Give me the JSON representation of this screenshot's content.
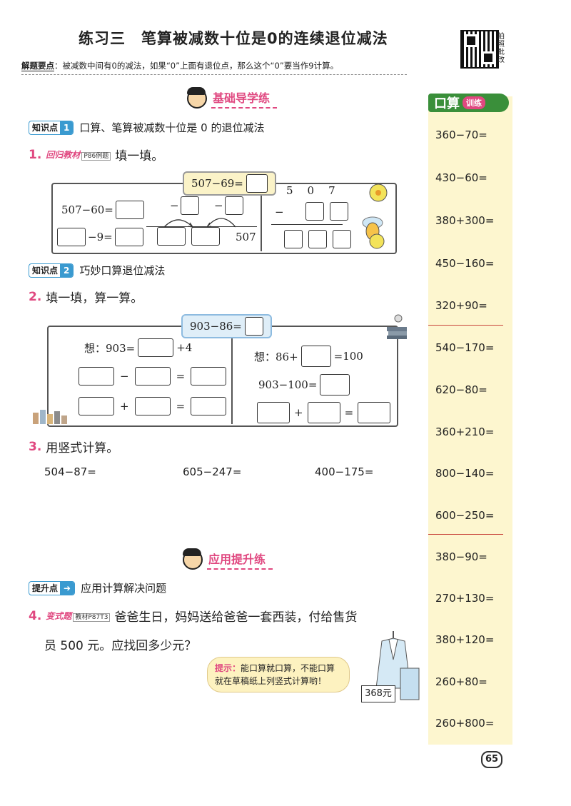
{
  "header": {
    "title": "练习三　笔算被减数十位是0的连续退位减法",
    "qr_label": "拍照批改",
    "hint_label": "解题要点",
    "hint_text": "：被减数中间有0的减法，如果“0”上面有退位点，那么这个“0”要当作9计算。"
  },
  "section1": {
    "title": "基础导学练"
  },
  "kp1": {
    "tag": "知识点",
    "num": "1",
    "text": "口算、笔算被减数十位是 0 的退位减法"
  },
  "q1": {
    "num": "1.",
    "badge": "回归教材",
    "badge_ref": "P86例题",
    "text": "填一填。",
    "pill": "507−69=",
    "left_eq1": "507−60=",
    "minus": "−",
    "left_eq2": "−9=",
    "value_507": "507",
    "digits": [
      "5",
      "0",
      "7"
    ],
    "vminus": "−"
  },
  "kp2": {
    "tag": "知识点",
    "num": "2",
    "text": "巧妙口算退位减法"
  },
  "q2": {
    "num": "2.",
    "text": "填一填，算一算。",
    "pill": "903−86=",
    "left_think": "想：903=",
    "left_plus4": "+4",
    "right_think": "想：86+",
    "right_eq100": "=100",
    "right_903": "903−100=",
    "op_minus": "−",
    "op_eq": "=",
    "op_plus": "+"
  },
  "q3": {
    "num": "3.",
    "text": "用竖式计算。",
    "problems": [
      "504−87=",
      "605−247=",
      "400−175="
    ]
  },
  "section2": {
    "title": "应用提升练"
  },
  "kp3": {
    "tag": "提升点",
    "text": "应用计算解决问题"
  },
  "q4": {
    "num": "4.",
    "badge": "变式题",
    "badge_ref": "教材P87T3",
    "line1": "爸爸生日，妈妈送给爸爸一套西装，付给售货",
    "line2": "员 500 元。应找回多少元？",
    "tip_label": "提示：",
    "tip_line1": "能口算就口算，不能口算",
    "tip_line2": "就在草稿纸上列竖式计算哟！",
    "price": "368元"
  },
  "sidebar": {
    "head_big": "口算",
    "head_small": "训练",
    "items": [
      "360−70=",
      "430−60=",
      "380+300=",
      "450−160=",
      "320+90=",
      "540−170=",
      "620−80=",
      "360+210=",
      "800−140=",
      "600−250=",
      "380−90=",
      "270+130=",
      "380+120=",
      "260+80=",
      "260+800="
    ]
  },
  "page_number": "65",
  "colors": {
    "accent_pink": "#e04880",
    "blue": "#3a9ad0",
    "green": "#3a8f3a",
    "sidebar_bg": "#fdf6cf"
  }
}
